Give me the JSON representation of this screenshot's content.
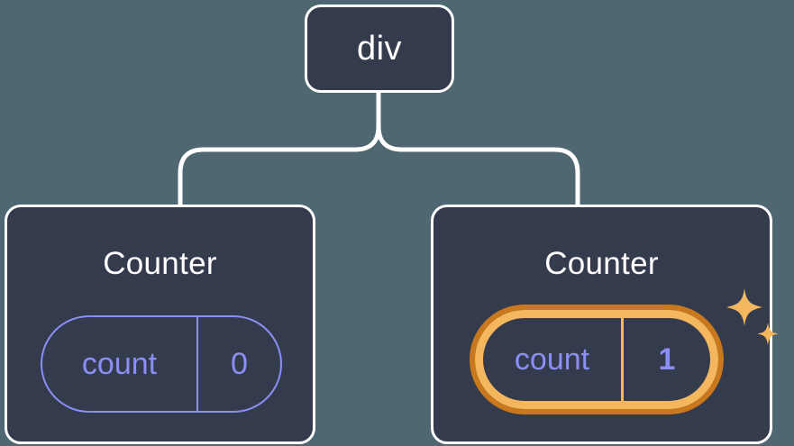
{
  "diagram": {
    "type": "component-tree",
    "background_color": "#4e6771",
    "node_fill": "#343b4c",
    "node_border": "#ffffff",
    "accent_purple": "#8b8ff5",
    "highlight_outer": "#c9781e",
    "highlight_inner": "#f5b75e",
    "root": {
      "label": "div"
    },
    "children": [
      {
        "title": "Counter",
        "state_key": "count",
        "state_value": "0",
        "highlighted": "false"
      },
      {
        "title": "Counter",
        "state_key": "count",
        "state_value": "1",
        "highlighted": "true"
      }
    ],
    "sparkle_large": "sparkle-icon",
    "sparkle_small": "sparkle-icon"
  }
}
